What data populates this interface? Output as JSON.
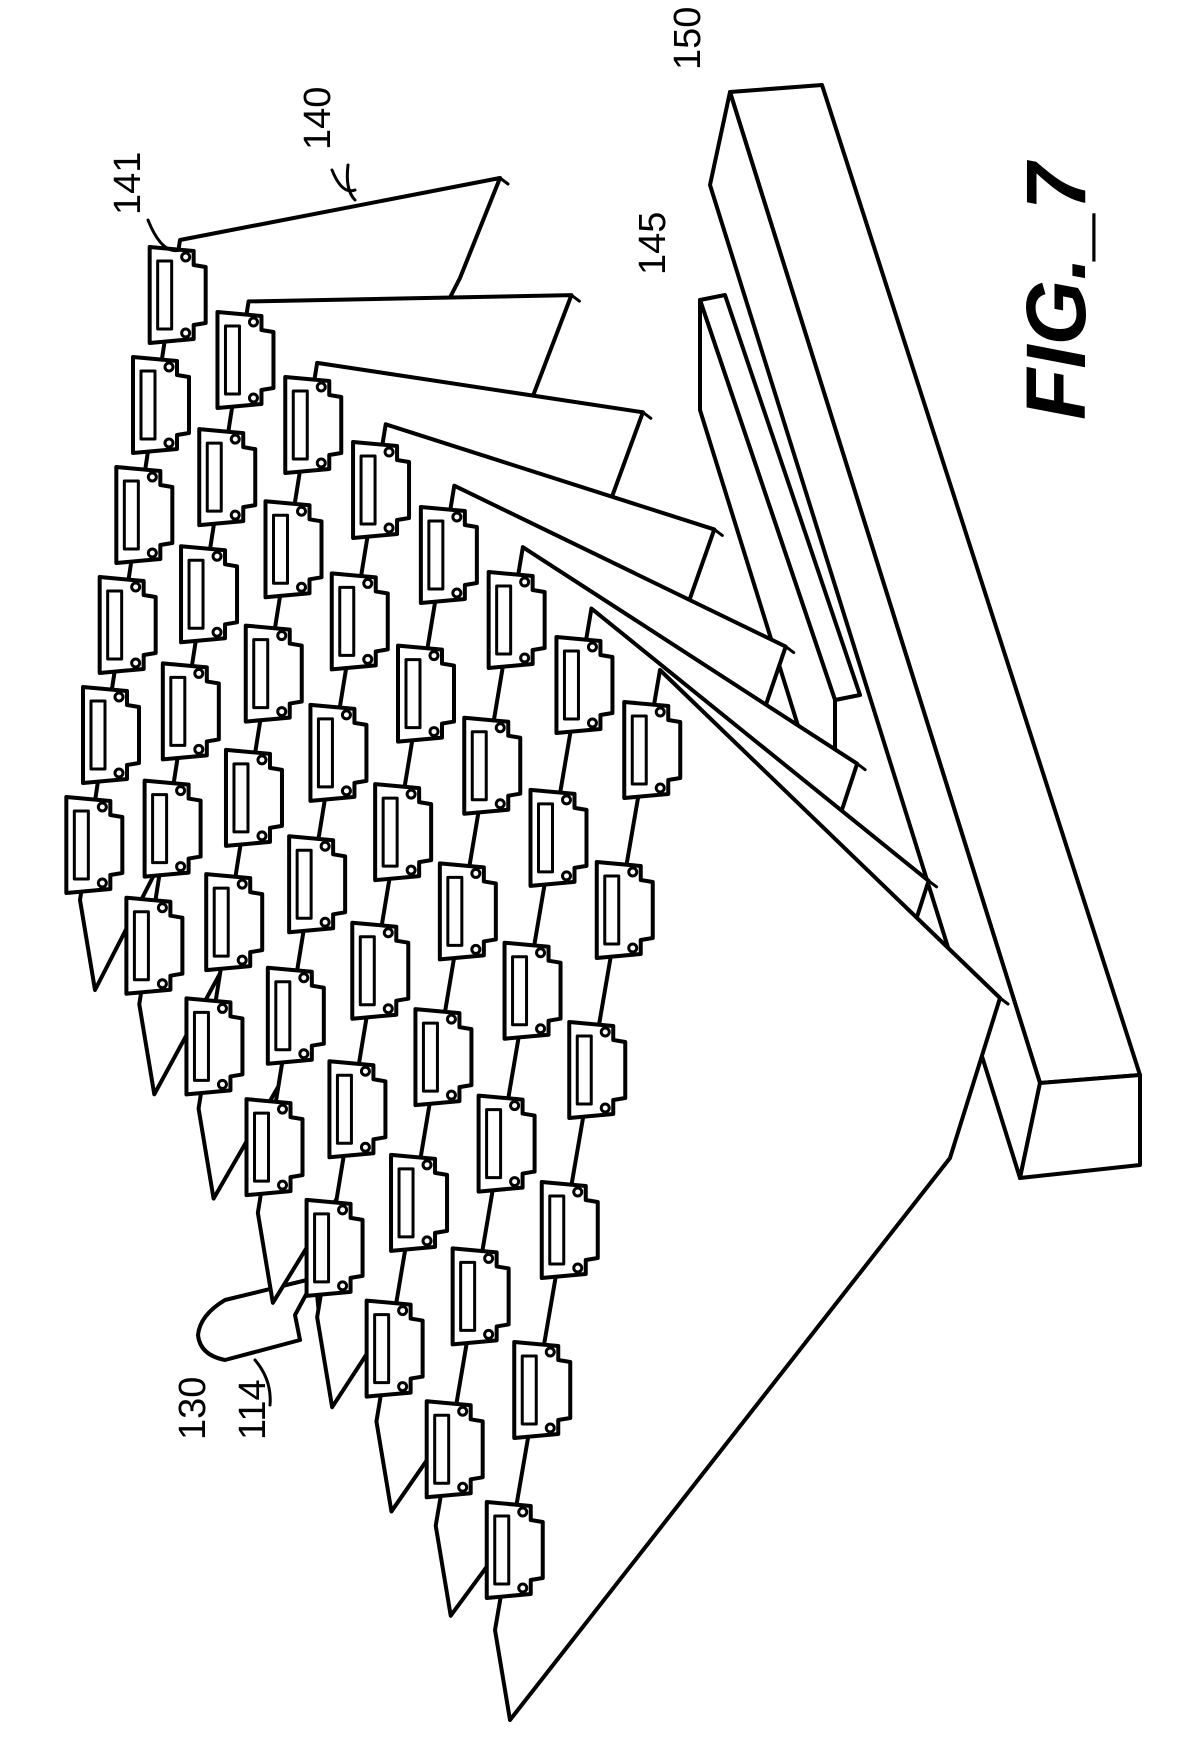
{
  "figure": {
    "caption": "FIG._7",
    "refs": {
      "r130": "130",
      "r114": "114",
      "r141": "141",
      "r140": "140",
      "r145": "145",
      "r150": "150"
    }
  },
  "diagram": {
    "boards": 8,
    "connectors_per_board": 6
  }
}
